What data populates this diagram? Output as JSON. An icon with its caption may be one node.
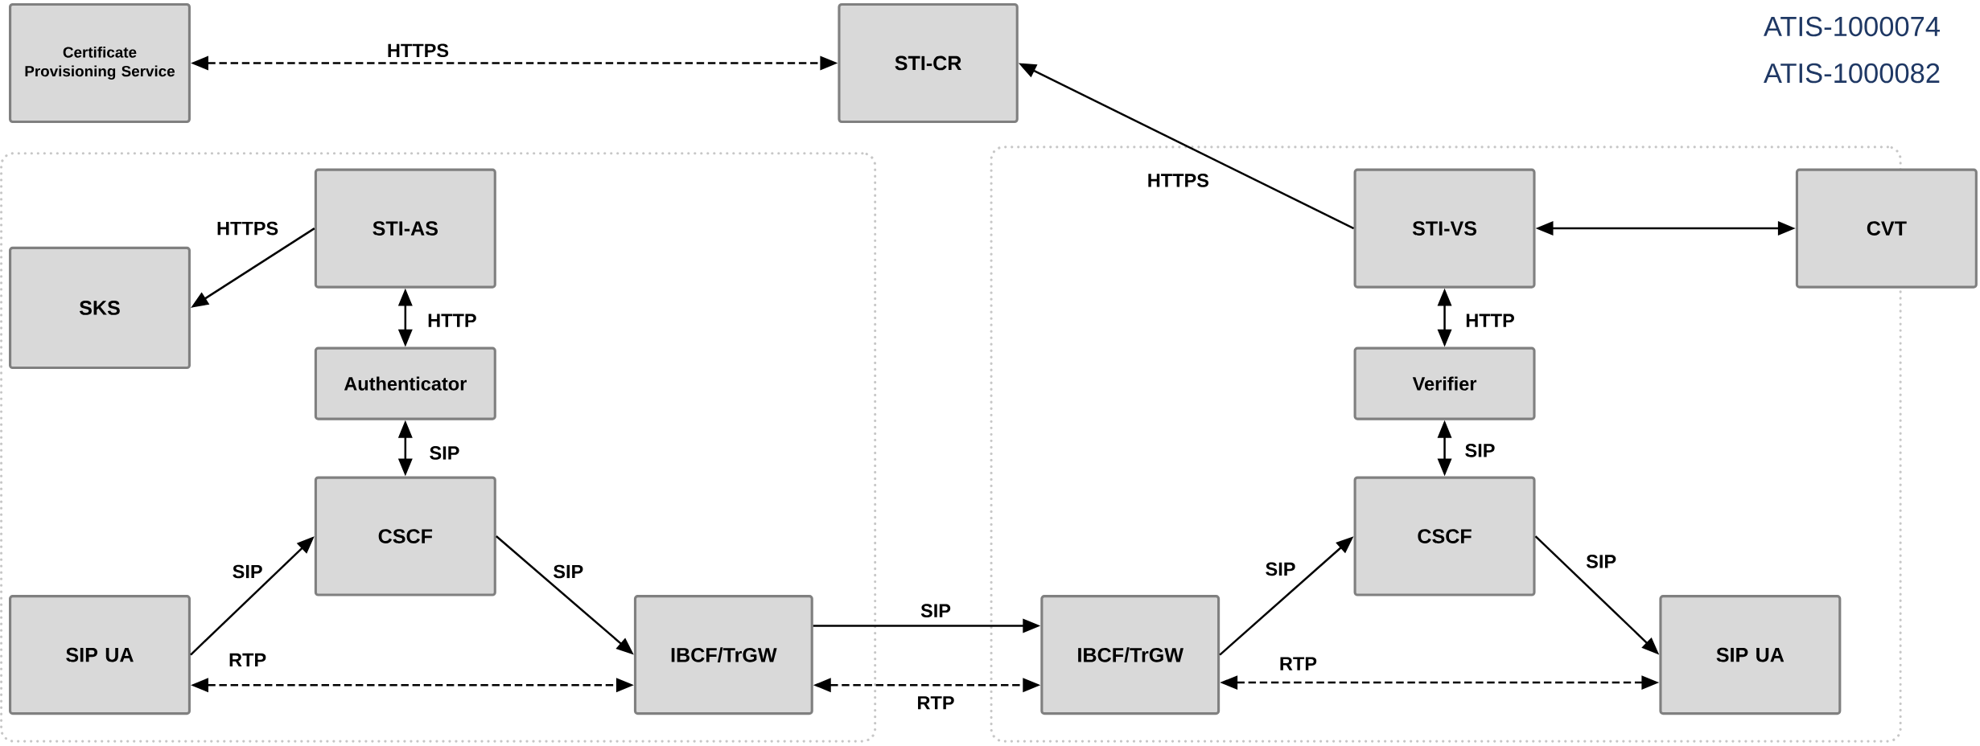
{
  "diagram": {
    "nodes": [
      {
        "text": [
          "Certificate Provisioning Service"
        ]
      },
      {
        "text": [
          "STI-CR"
        ]
      },
      {
        "text": [],
        "shape": "box"
      },
      {
        "text": [
          "STI-AS"
        ],
        "in": 2
      },
      {
        "text": [
          "SKS"
        ],
        "in": 2
      },
      {
        "text": [
          "Authenticator"
        ],
        "in": 2
      },
      {
        "text": [
          "CSCF"
        ],
        "in": 2
      },
      {
        "text": [
          "SIP UA"
        ],
        "in": 2
      },
      {
        "text": [
          "IBCF/TrGW"
        ],
        "in": 2
      },
      {
        "text": [],
        "shape": "box"
      },
      {
        "text": [
          "STI-VS"
        ],
        "in": 9
      },
      {
        "text": [
          "CVT"
        ]
      },
      {
        "text": [
          "Verifier"
        ],
        "in": 9
      },
      {
        "text": [
          "CSCF"
        ],
        "in": 9
      },
      {
        "text": [
          "IBCF/TrGW"
        ],
        "in": 9
      },
      {
        "text": [
          "SIP UA"
        ],
        "in": 9
      }
    ],
    "edges": [
      {
        "from": 0,
        "to": 1,
        "arrow": "both",
        "label": "HTTPS",
        "style": "dashed"
      },
      {
        "from": 10,
        "to": 1,
        "arrow": "to",
        "label": "HTTPS"
      },
      {
        "from": 3,
        "to": 4,
        "arrow": "to",
        "label": "HTTPS"
      },
      {
        "from": 3,
        "to": 5,
        "arrow": "both",
        "label": "HTTP"
      },
      {
        "from": 5,
        "to": 6,
        "arrow": "both",
        "label": "SIP"
      },
      {
        "from": 7,
        "to": 6,
        "arrow": "to",
        "label": "SIP"
      },
      {
        "from": 6,
        "to": 8,
        "arrow": "to",
        "label": "SIP"
      },
      {
        "from": 7,
        "to": 8,
        "arrow": "both",
        "label": "RTP",
        "style": "dashed"
      },
      {
        "from": 8,
        "to": 14,
        "arrow": "to",
        "label": "SIP"
      },
      {
        "from": 8,
        "to": 14,
        "arrow": "both",
        "label": "RTP",
        "style": "dashed"
      },
      {
        "from": 10,
        "to": 11,
        "arrow": "both"
      },
      {
        "from": 10,
        "to": 12,
        "arrow": "both",
        "label": "HTTP"
      },
      {
        "from": 12,
        "to": 13,
        "arrow": "both",
        "label": "SIP"
      },
      {
        "from": 14,
        "to": 13,
        "arrow": "to",
        "label": "SIP"
      },
      {
        "from": 13,
        "to": 15,
        "arrow": "to",
        "label": "SIP"
      },
      {
        "from": 14,
        "to": 15,
        "arrow": "both",
        "label": "RTP",
        "style": "dashed"
      }
    ],
    "labels": [
      "ATIS-1000074",
      "ATIS-1000082"
    ]
  }
}
